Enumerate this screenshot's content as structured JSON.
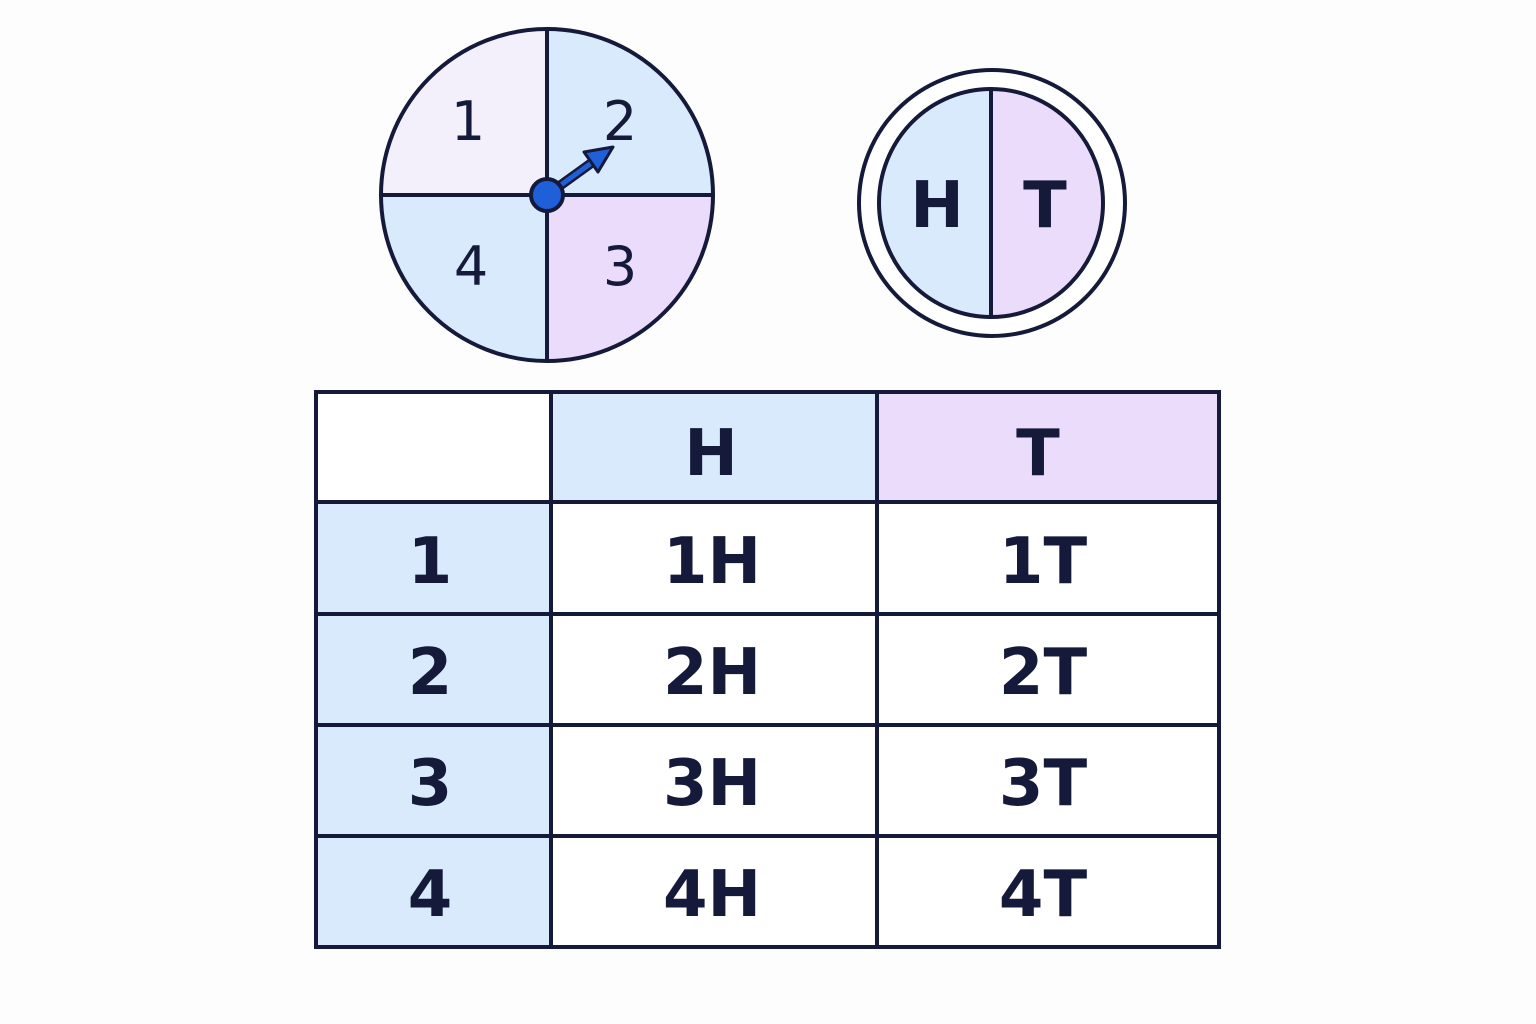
{
  "spinner": {
    "sections": [
      {
        "label": "1",
        "fill": "#f3f0fc"
      },
      {
        "label": "2",
        "fill": "#d8eafc"
      },
      {
        "label": "3",
        "fill": "#ecdcfb"
      },
      {
        "label": "4",
        "fill": "#d8eafc"
      }
    ],
    "pointer_color": "#1f5fd8"
  },
  "coin": {
    "left_label": "H",
    "right_label": "T",
    "left_fill": "#d8eafc",
    "right_fill": "#ecdcfb"
  },
  "table": {
    "header_fills": {
      "blank": "#ffffff",
      "H": "#d8eafc",
      "T": "#ecdcfb"
    },
    "row_header_fill": "#d8eafc",
    "columns": [
      "H",
      "T"
    ],
    "rows": [
      {
        "label": "1",
        "cells": [
          "1H",
          "1T"
        ]
      },
      {
        "label": "2",
        "cells": [
          "2H",
          "2T"
        ]
      },
      {
        "label": "3",
        "cells": [
          "3H",
          "3T"
        ]
      },
      {
        "label": "4",
        "cells": [
          "4H",
          "4T"
        ]
      }
    ]
  },
  "colors": {
    "stroke": "#15193a",
    "text": "#15193a"
  }
}
